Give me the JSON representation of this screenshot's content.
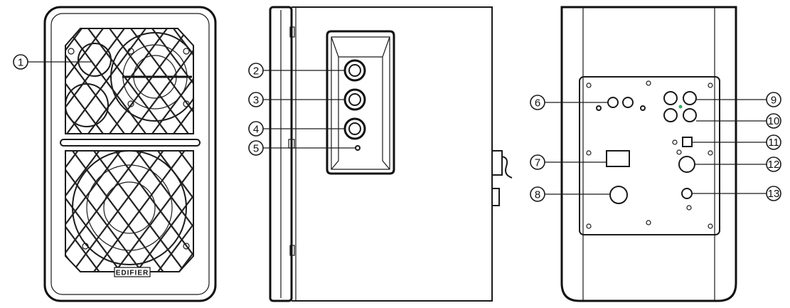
{
  "brand_logo": "EDIFIER",
  "callouts": [
    {
      "id": "1",
      "label": "1"
    },
    {
      "id": "2",
      "label": "2"
    },
    {
      "id": "3",
      "label": "3"
    },
    {
      "id": "4",
      "label": "4"
    },
    {
      "id": "5",
      "label": "5"
    },
    {
      "id": "6",
      "label": "6"
    },
    {
      "id": "7",
      "label": "7"
    },
    {
      "id": "8",
      "label": "8"
    },
    {
      "id": "9",
      "label": "9"
    },
    {
      "id": "10",
      "label": "10"
    },
    {
      "id": "11",
      "label": "11"
    },
    {
      "id": "12",
      "label": "12"
    },
    {
      "id": "13",
      "label": "13"
    }
  ],
  "views": [
    "front-view",
    "side-view",
    "rear-view"
  ]
}
